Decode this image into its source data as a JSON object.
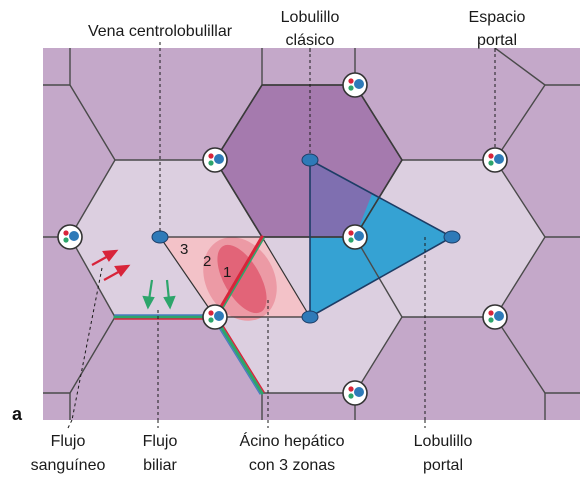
{
  "labels": {
    "vena_centrolobulillar": "Vena centrolobulillar",
    "lobulillo_clasico_1": "Lobulillo",
    "lobulillo_clasico_2": "clásico",
    "espacio_portal_1": "Espacio",
    "espacio_portal_2": "portal",
    "flujo_sanguineo_1": "Flujo",
    "flujo_sanguineo_2": "sanguíneo",
    "flujo_biliar_1": "Flujo",
    "flujo_biliar_2": "biliar",
    "acino_1": "Ácino hepático",
    "acino_2": "con 3 zonas",
    "lobulillo_portal_1": "Lobulillo",
    "lobulillo_portal_2": "portal",
    "panel_letter": "a",
    "zone_1": "1",
    "zone_2": "2",
    "zone_3": "3"
  },
  "colors": {
    "background_dark": "#c4a8c9",
    "background_light": "#dccfe0",
    "hexagon_outline": "#4a4a4a",
    "classic_lobule": "#a57aae",
    "portal_lobule": "#35a2d3",
    "overlap": "#7f6fb0",
    "acinus_light": "#f3c2c8",
    "acinus_mid": "#ec9aa5",
    "acinus_dark": "#e26478",
    "vein": "#2e7ab8",
    "bile_green": "#2da56b",
    "blood_red": "#d8243a",
    "bile_blue": "#4a7dc0"
  }
}
